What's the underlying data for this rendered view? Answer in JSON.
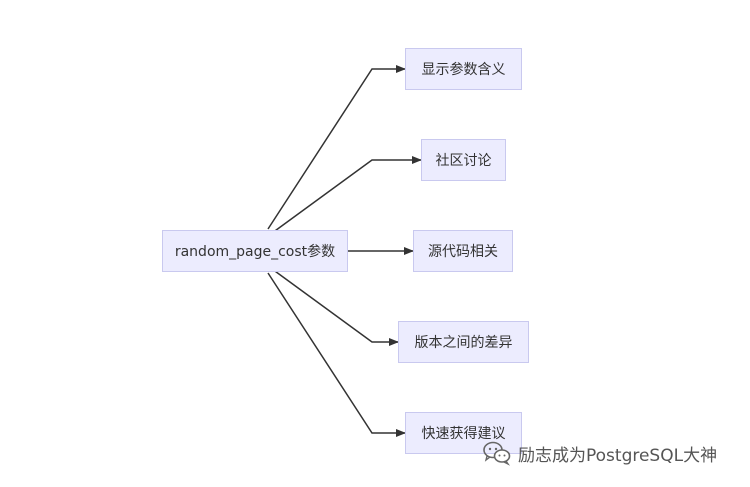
{
  "diagram": {
    "root": {
      "label": "random_page_cost参数"
    },
    "children": [
      {
        "label": "显示参数含义"
      },
      {
        "label": "社区讨论"
      },
      {
        "label": "源代码相关"
      },
      {
        "label": "版本之间的差异"
      },
      {
        "label": "快速获得建议"
      }
    ]
  },
  "watermark": {
    "text": "励志成为PostgreSQL大神",
    "icon": "wechat-icon"
  },
  "colors": {
    "node_fill": "#ececfe",
    "node_border": "#c9c9ef",
    "edge": "#333333",
    "text": "#333333"
  }
}
